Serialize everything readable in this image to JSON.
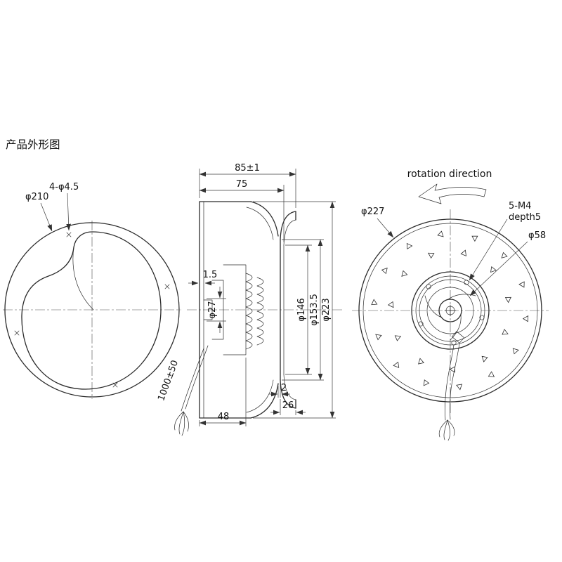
{
  "title": "产品外形图",
  "left_view": {
    "dim_plate": "φ210",
    "dim_holes": "4-φ4.5"
  },
  "side_view": {
    "dim_total_depth": "85±1",
    "dim_body_depth": "75",
    "dim_plate_gap": "1.5",
    "dim_shaft": "φ27",
    "dim_inlet": "φ146",
    "dim_ring": "φ153.5",
    "dim_impeller": "φ223",
    "dim_motor_depth": "48",
    "dim_lip": "2",
    "dim_cone_depth": "26",
    "dim_cable": "1000±50"
  },
  "front_view": {
    "rotation_label": "rotation direction",
    "dim_outer": "φ227",
    "dim_screws_line1": "5-M4",
    "dim_screws_line2": "depth5",
    "dim_hub": "φ58"
  },
  "colors": {
    "line": "#2b2b2b",
    "background": "#ffffff"
  }
}
